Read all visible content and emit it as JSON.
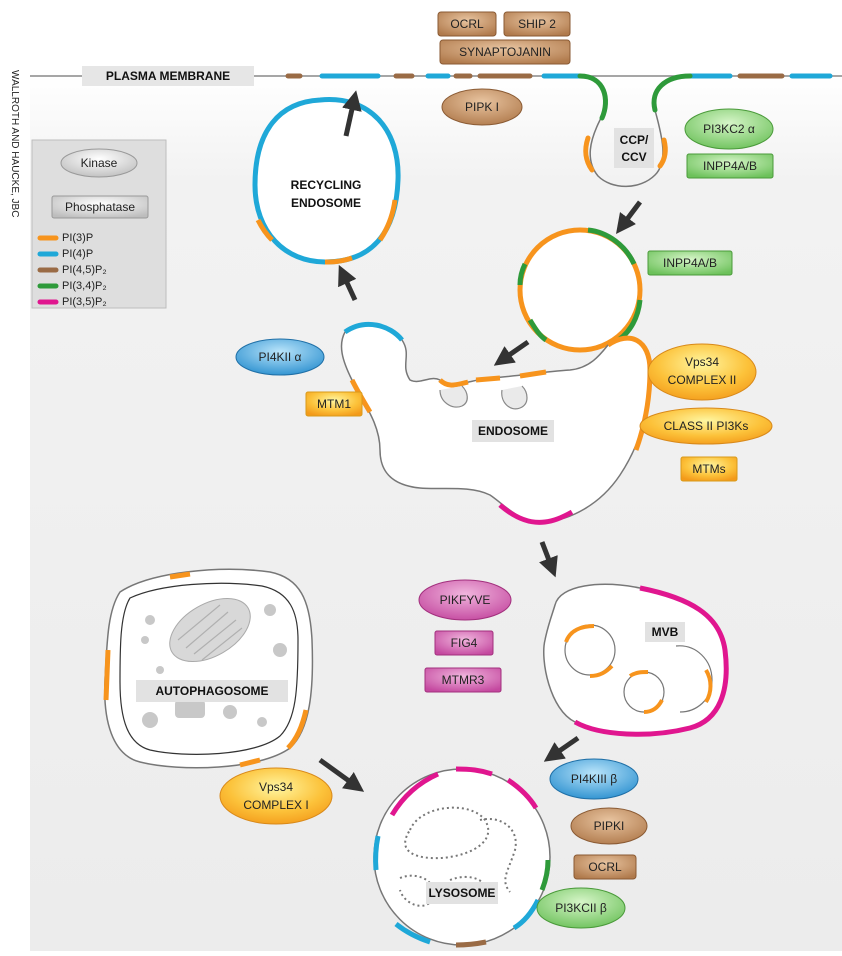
{
  "credit": "WALLROTH AND HAUCKE, JBC",
  "plasma_membrane_label": "PLASMA MEMBRANE",
  "legend": {
    "kinase": "Kinase",
    "phosphatase": "Phosphatase",
    "items": [
      {
        "label": "PI(3)P",
        "color": "#f7941d"
      },
      {
        "label": "PI(4)P",
        "color": "#1fa8d8"
      },
      {
        "label": "PI(4,5)P₂",
        "color": "#9a6b45"
      },
      {
        "label": "PI(3,4)P₂",
        "color": "#2e9a3a"
      },
      {
        "label": "PI(3,5)P₂",
        "color": "#e0168f"
      }
    ]
  },
  "colors": {
    "pi3p": "#f7941d",
    "pi4p": "#1fa8d8",
    "pi45p2": "#9a6b45",
    "pi34p2": "#2e9a3a",
    "pi35p2": "#e0168f",
    "orange_fill": "#fbb330",
    "yellow_fill": "#ffe067",
    "brown_fill": "#c49266",
    "green_fill": "#9fd98a",
    "blue_fill": "#4aa8dc",
    "pink_fill": "#d565b3"
  },
  "compartments": {
    "ccp_ccv": [
      "CCP/",
      "CCV"
    ],
    "recycling_endosome": [
      "RECYCLING",
      "ENDOSOME"
    ],
    "endosome": "ENDOSOME",
    "mvb": "MVB",
    "autophagosome": "AUTOPHAGOSOME",
    "lysosome": "LYSOSOME"
  },
  "enzymes": {
    "ocrl_top": "OCRL",
    "ship2": "SHIP 2",
    "synaptojanin": "SYNAPTOJANIN",
    "pipk1_top": "PIPK I",
    "pi3kc2a": "PI3KC2 α",
    "inpp4ab_top": "INPP4A/B",
    "inpp4ab_mid": "INPP4A/B",
    "pi4kiia": "PI4KII α",
    "mtm1": "MTM1",
    "vps34_c2": [
      "Vps34",
      "COMPLEX II"
    ],
    "class2_pi3ks": "CLASS II PI3Ks",
    "mtms": "MTMs",
    "pikfyve": "PIKFYVE",
    "fig4": "FIG4",
    "mtmr3": "MTMR3",
    "vps34_c1": [
      "Vps34",
      "COMPLEX I"
    ],
    "pi4kiiib": "PI4KIII β",
    "pipki_bottom": "PIPKI",
    "ocrl_bottom": "OCRL",
    "pi3kc2b": "PI3KCII β"
  }
}
